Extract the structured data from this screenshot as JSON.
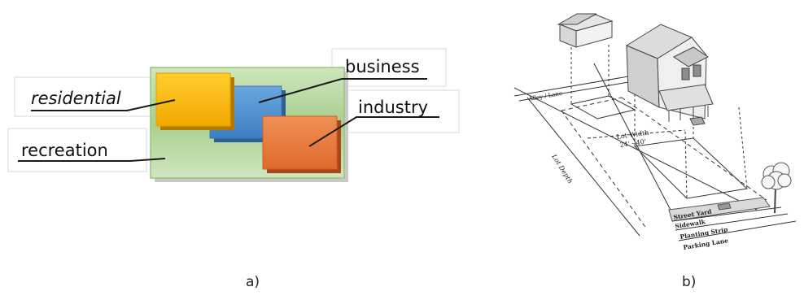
{
  "panel_a": {
    "caption": "a)",
    "labels": {
      "residential": "residential",
      "business": "business",
      "industry": "industry",
      "recreation": "recreation"
    },
    "colors": {
      "green_area": "#a9cf8f",
      "residential": "#f7b400",
      "business": "#4f8fd0",
      "industry": "#e87b3e"
    }
  },
  "panel_b": {
    "caption": "b)",
    "labels": {
      "alley": "Alley / Lane",
      "lot_width_title": "Lot Width",
      "lot_width_range": "24' - 40'",
      "lot_depth": "Lot Depth",
      "street_yard": "Street Yard",
      "sidewalk": "Sidewalk",
      "planting_strip": "Planting Strip",
      "parking_lane": "Parking Lane"
    }
  }
}
